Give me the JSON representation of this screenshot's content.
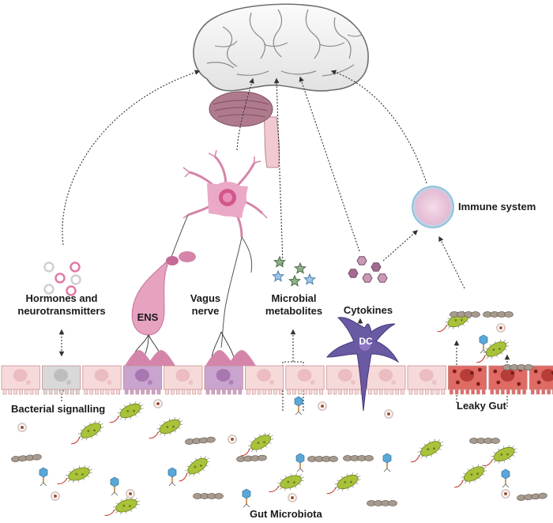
{
  "labels": {
    "hormones_line1": "Hormones and",
    "hormones_line2": "neurotransmitters",
    "ens": "ENS",
    "vagus_line1": "Vagus",
    "vagus_line2": "nerve",
    "metabolites_line1": "Microbial",
    "metabolites_line2": "metabolites",
    "cytokines": "Cytokines",
    "dc": "DC",
    "immune": "Immune system",
    "bacterial": "Bacterial signalling",
    "leaky": "Leaky Gut",
    "microbiota": "Gut Microbiota"
  },
  "colors": {
    "brain_fill": "#eeeeee",
    "brain_stroke": "#6f6f6f",
    "cerebellum": "#b07a8e",
    "neuron": "#e7a2c0",
    "neuron_core": "#d2578c",
    "epithelium_normal": "#f6dada",
    "epithelium_gray": "#d9d9d9",
    "epithelium_purple": "#c9a4cf",
    "epithelium_leaky": "#df6b64",
    "dc": "#6a5aa3",
    "bacteria": "#a8c23a",
    "immune_cell": "#e9c9dc",
    "arrow": "#333333"
  },
  "icons": [
    "brain-icon",
    "neuron-icon",
    "ens-cell-icon",
    "immune-cell-icon",
    "dendritic-cell-icon",
    "bacteria-icon",
    "phage-icon",
    "star-icon",
    "hexagon-icon"
  ]
}
